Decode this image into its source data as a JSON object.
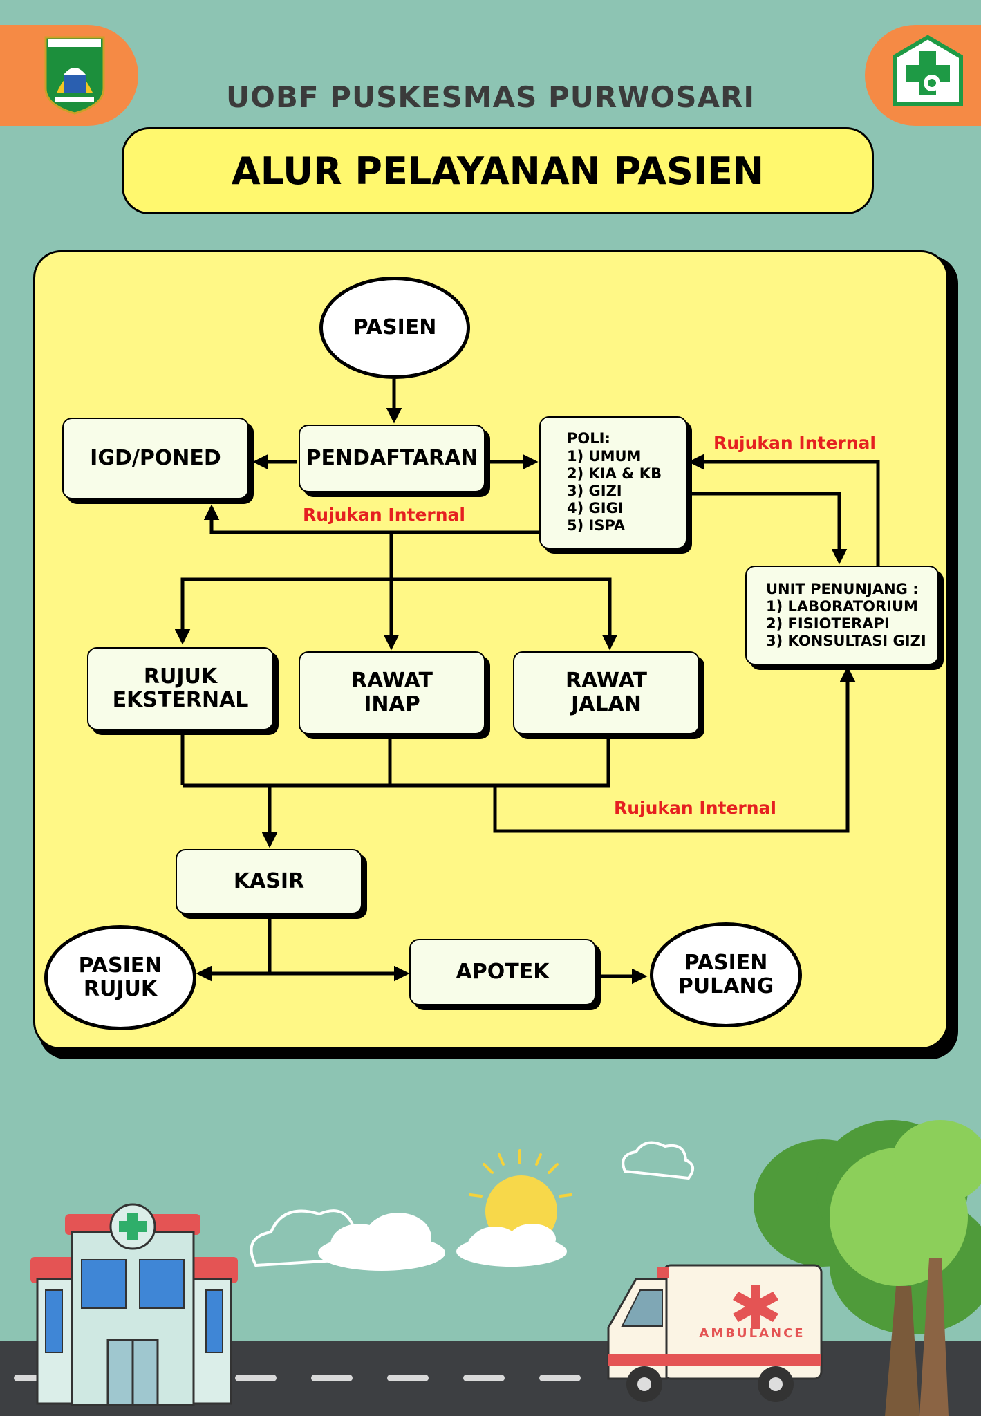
{
  "header": {
    "organization": "UOBF PUSKESMAS PURWOSARI",
    "title": "ALUR PELAYANAN PASIEN"
  },
  "nodes": {
    "pasien": "PASIEN",
    "pendaftaran": "PENDAFTARAN",
    "igd": "IGD/PONED",
    "poli": "POLI:\n1) UMUM\n2) KIA & KB\n3) GIZI\n4) GIGI\n5) ISPA",
    "penunjang": "UNIT PENUNJANG :\n1) LABORATORIUM\n2) FISIOTERAPI\n3) KONSULTASI GIZI",
    "rujuk_eksternal": "RUJUK\nEKSTERNAL",
    "rawat_inap": "RAWAT\nINAP",
    "rawat_jalan": "RAWAT\nJALAN",
    "kasir": "KASIR",
    "pasien_rujuk": "PASIEN\nRUJUK",
    "apotek": "APOTEK",
    "pasien_pulang": "PASIEN\nPULANG"
  },
  "edge_labels": {
    "rujukan_1": "Rujukan Internal",
    "rujukan_2": "Rujukan Internal",
    "rujukan_3": "Rujukan Internal"
  },
  "colors": {
    "background": "#8dc4b3",
    "panel": "#fff886",
    "accent_orange": "#f58a45",
    "label_red": "#e52020"
  },
  "illustration": {
    "ambulance_text": "AMBULANCE"
  }
}
